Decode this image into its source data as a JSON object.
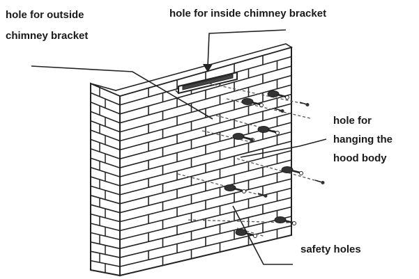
{
  "labels": {
    "outside_bracket": [
      "hole for outside",
      "chimney bracket"
    ],
    "inside_bracket": "hole for inside chimney bracket",
    "hanging": [
      "hole for",
      "hanging the",
      "hood body"
    ],
    "safety": "safety holes"
  }
}
